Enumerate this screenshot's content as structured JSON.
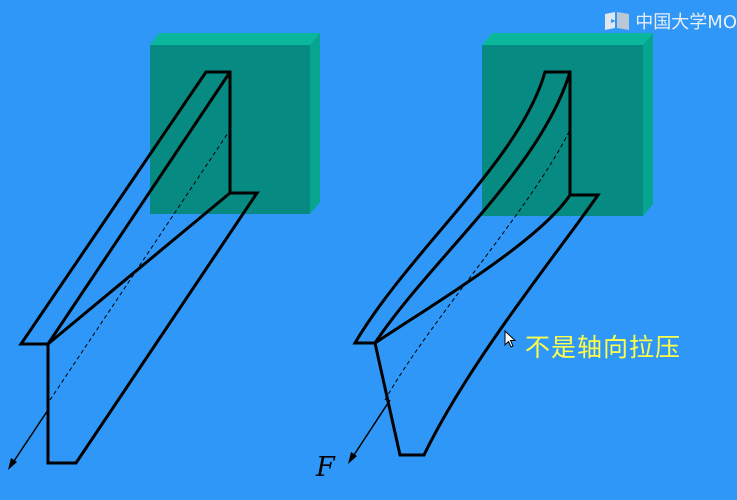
{
  "watermark": {
    "text": "中国大学MO",
    "icon": "mooc-logo-icon"
  },
  "caption": "不是轴向拉压",
  "force_label": "F",
  "colors": {
    "background": "#2e97f7",
    "wall_front": "#078a82",
    "wall_side": "#07a58f",
    "wall_top": "#0ab79c",
    "caption": "#ffff4a",
    "stroke": "#000000"
  }
}
